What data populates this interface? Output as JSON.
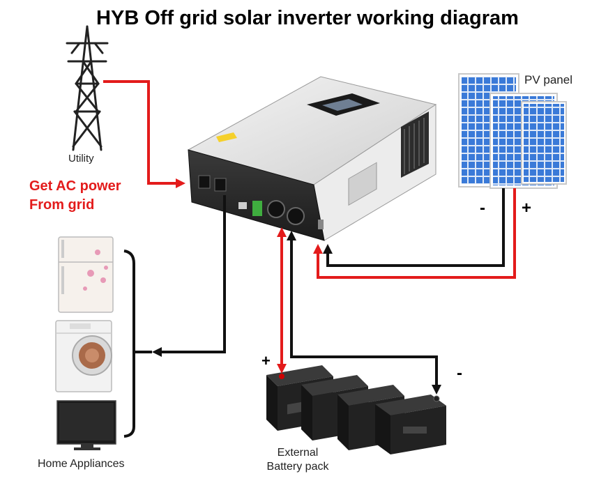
{
  "title": "HYB Off grid solar inverter working diagram",
  "labels": {
    "utility": "Utility",
    "get_ac_line1": "Get AC power",
    "get_ac_line2": "From grid",
    "pv_panel": "PV panel",
    "pv_minus": "-",
    "pv_plus": "+",
    "battery_plus": "+",
    "battery_minus": "-",
    "home_appliances": "Home Appliances",
    "external_line1": "External",
    "external_line2": "Battery pack"
  },
  "colors": {
    "wire_red": "#e31b1b",
    "wire_black": "#111111",
    "label_red": "#e31b1b",
    "panel_blue": "#2f6cc9",
    "inverter_dark": "#2b2b2b",
    "inverter_light": "#e8e8e8"
  },
  "icons": [
    "utility-tower-icon",
    "inverter-icon",
    "pv-panel-icon",
    "fridge-icon",
    "washing-machine-icon",
    "tv-icon",
    "battery-icon"
  ]
}
